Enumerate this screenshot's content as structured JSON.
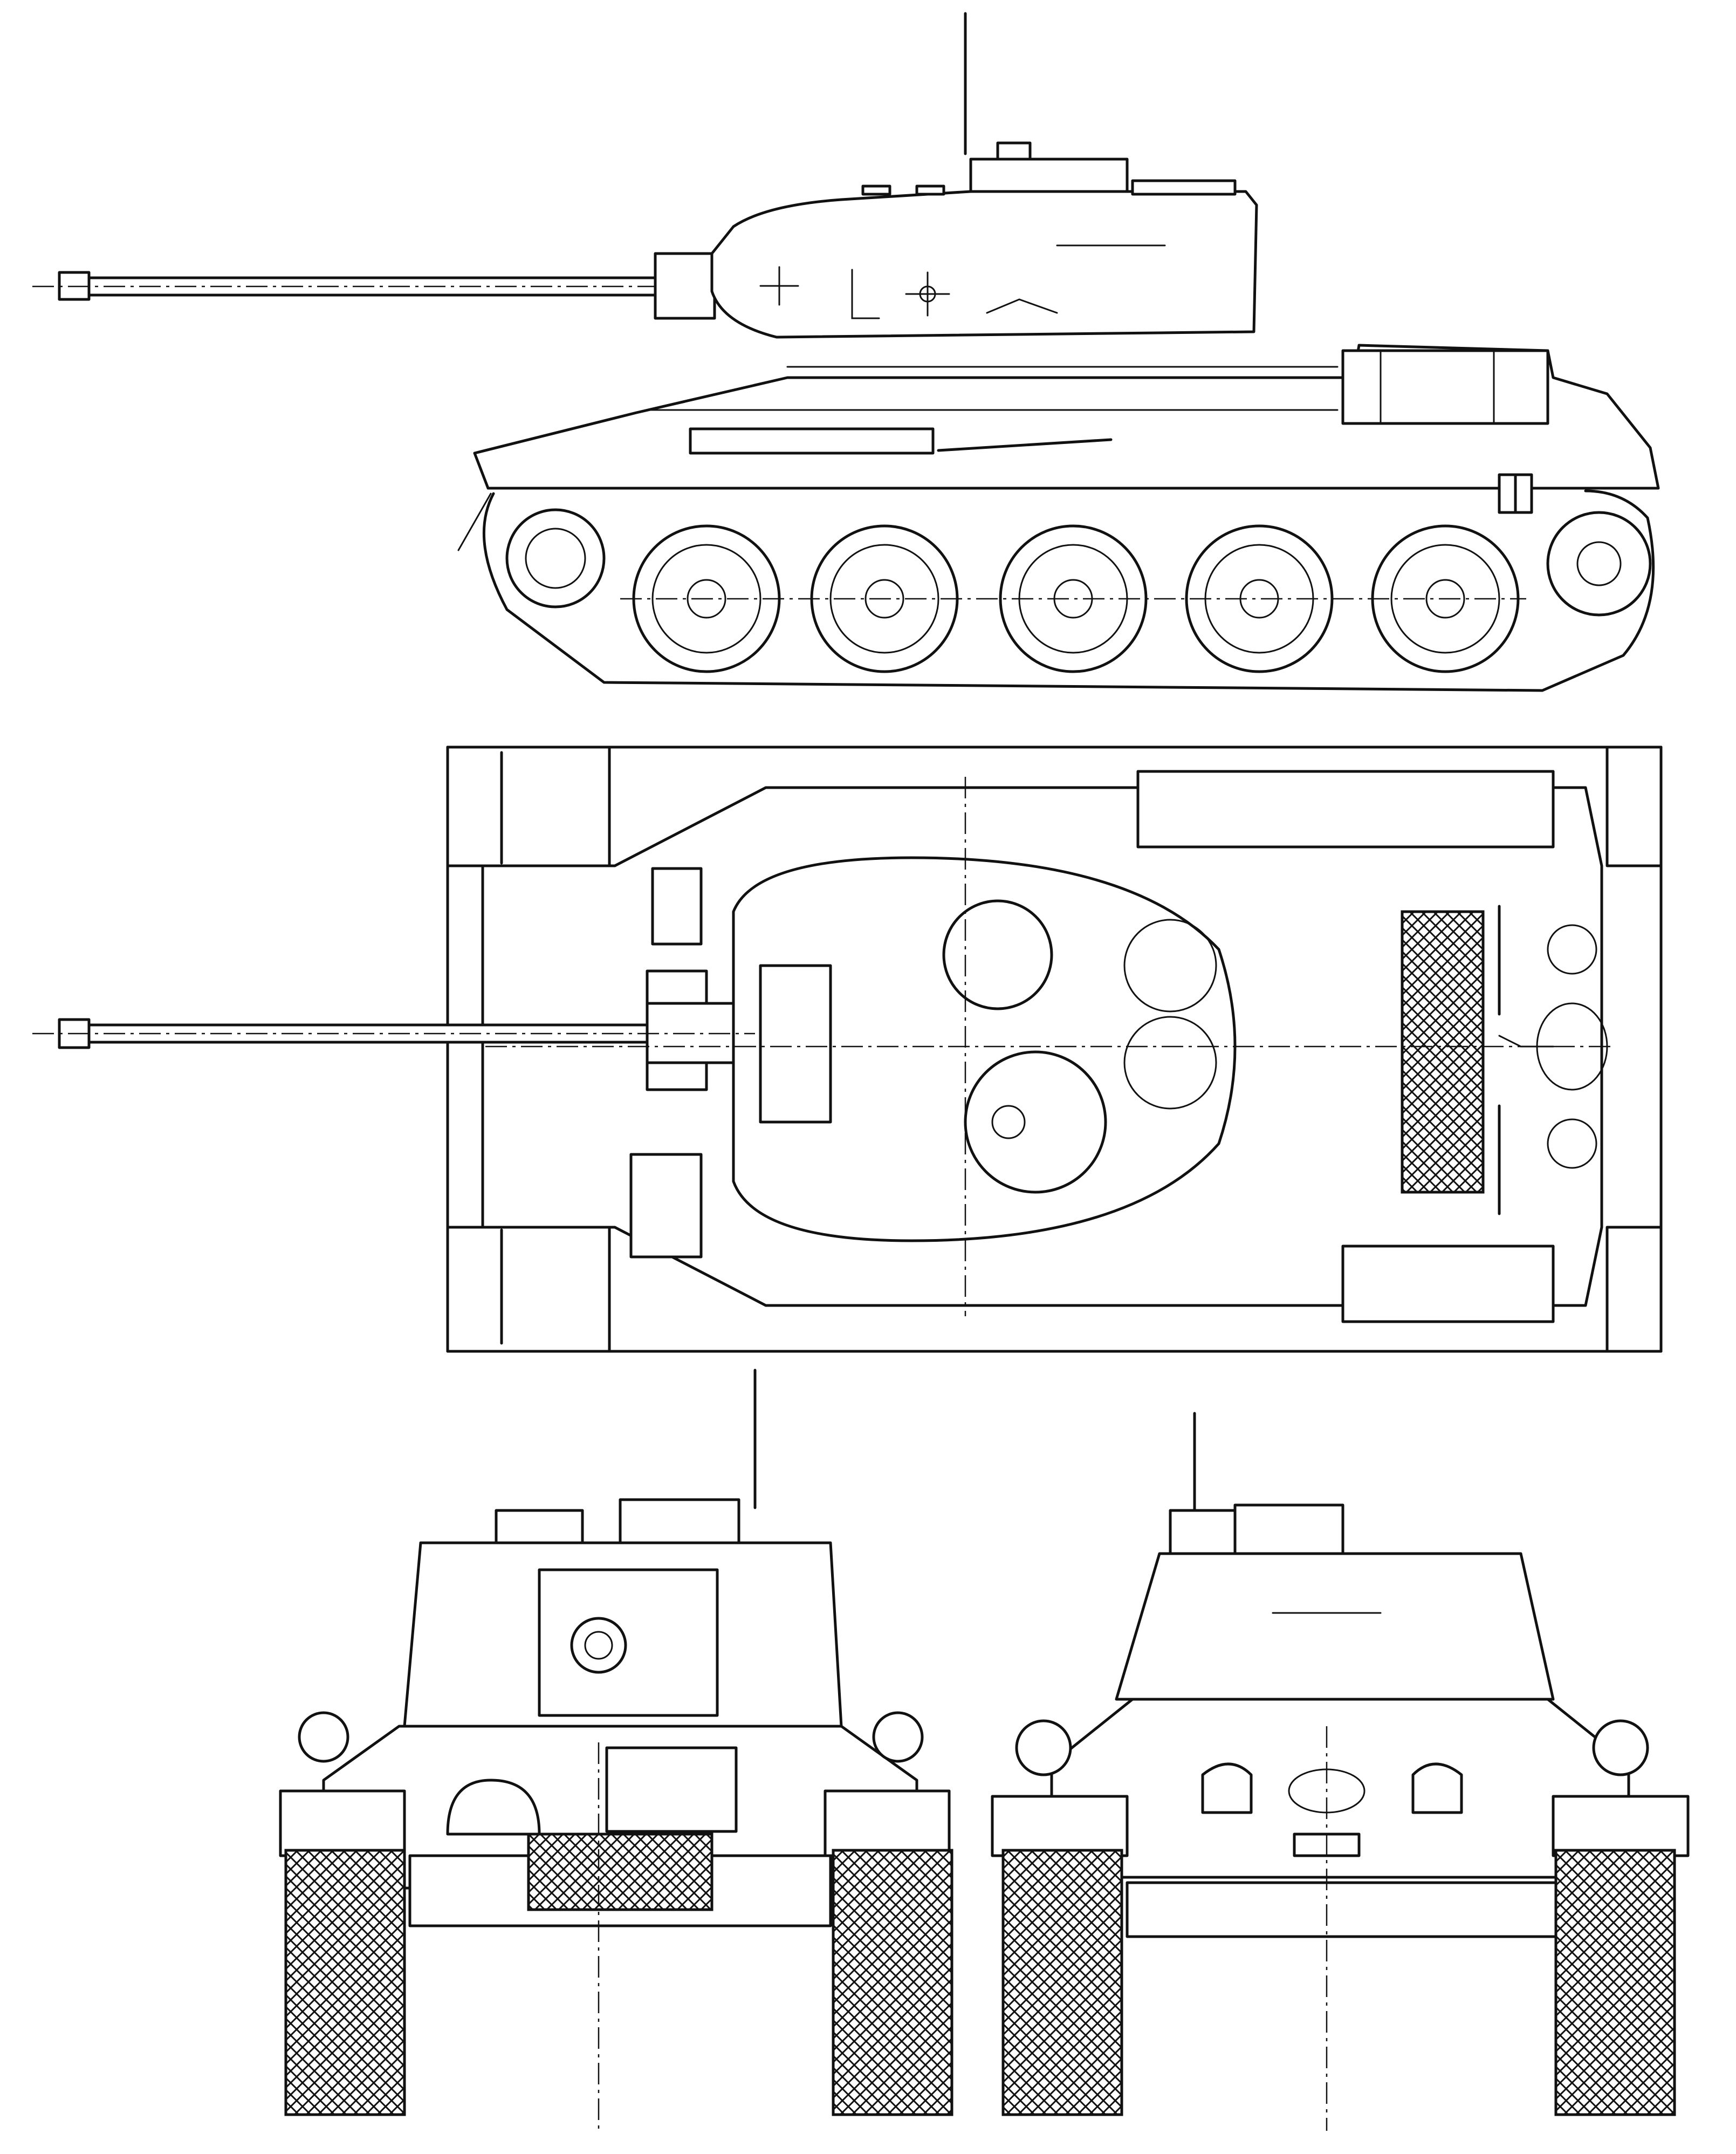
{
  "drawing": {
    "subject": "tank",
    "views": [
      "side-view",
      "top-view",
      "front-view",
      "rear-view"
    ],
    "line_color": "#111111",
    "background": "#ffffff"
  }
}
